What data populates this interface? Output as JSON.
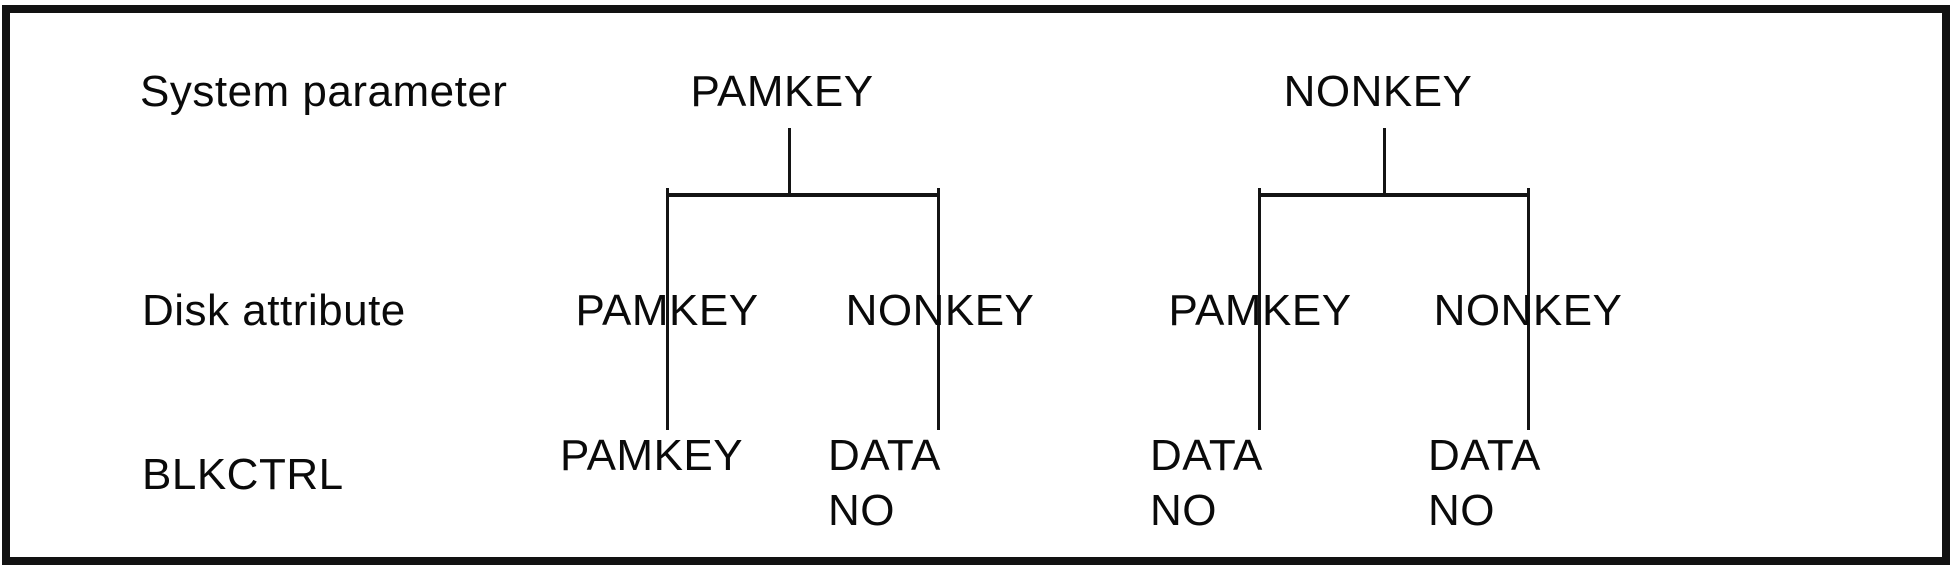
{
  "figure": {
    "description": "Tree diagram relating system parameter PAMKEY/NONKEY settings to disk attributes and resulting BLKCTRL values",
    "colors": {
      "background": "#ffffff",
      "border": "#121212",
      "line": "#141414",
      "text": "#0a0a0a"
    },
    "row_labels": [
      {
        "label": "System parameter"
      },
      {
        "label": "Disk attribute"
      },
      {
        "label": "BLKCTRL"
      }
    ],
    "trees": [
      {
        "root": "PAMKEY",
        "children": [
          {
            "disk_attribute": "PAMKEY",
            "blkctrl_lines": [
              "PAMKEY"
            ]
          },
          {
            "disk_attribute": "NONKEY",
            "blkctrl_lines": [
              "DATA",
              "NO"
            ]
          }
        ]
      },
      {
        "root": "NONKEY",
        "children": [
          {
            "disk_attribute": "PAMKEY",
            "blkctrl_lines": [
              "DATA",
              "NO"
            ]
          },
          {
            "disk_attribute": "NONKEY",
            "blkctrl_lines": [
              "DATA",
              "NO"
            ]
          }
        ]
      }
    ]
  }
}
